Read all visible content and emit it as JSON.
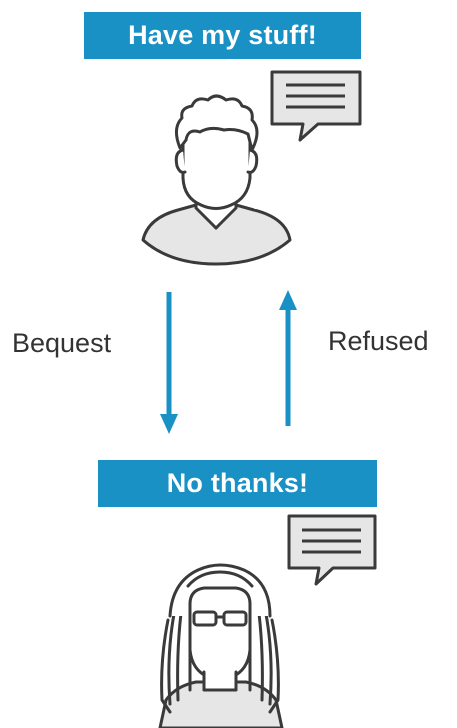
{
  "top_person": {
    "speech": "Have my stuff!"
  },
  "bottom_person": {
    "speech": "No thanks!"
  },
  "arrows": {
    "down_label": "Bequest",
    "up_label": "Refused"
  },
  "colors": {
    "accent": "#1a91c4",
    "bubble_fill": "#e6e6e6",
    "outline": "#3a3a3a",
    "text": "#333333"
  },
  "icons": [
    "speech-bubble-icon",
    "person-icon",
    "person-with-glasses-icon",
    "arrow-down-icon",
    "arrow-up-icon"
  ]
}
